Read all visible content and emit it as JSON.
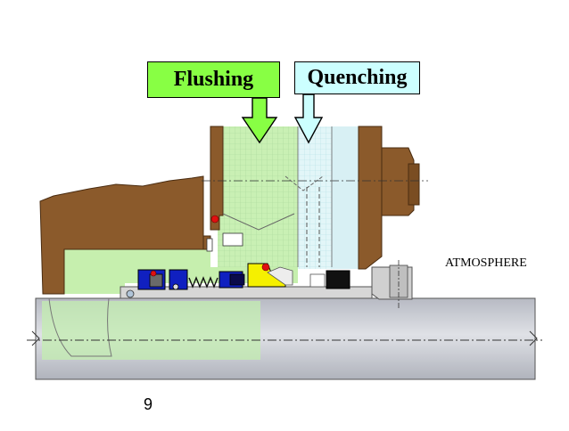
{
  "labels": {
    "flushing": "Flushing",
    "quenching": "Quenching",
    "atmosphere": "ATMOSPHERE"
  },
  "slide_number": "9",
  "colors": {
    "flushing_bg": "#88ff44",
    "quenching_bg": "#ccffff",
    "housing_brown": "#8b5a2b",
    "housing_green": "#c8f0b0",
    "quench_grid": "#dff4f7",
    "shaft_gray": "#c8cbd2",
    "seal_blue": "#1020c0",
    "seal_yellow": "#f5f000",
    "oring_red": "#e01010",
    "gland_gray": "#d0d0d0",
    "black": "#111111"
  }
}
